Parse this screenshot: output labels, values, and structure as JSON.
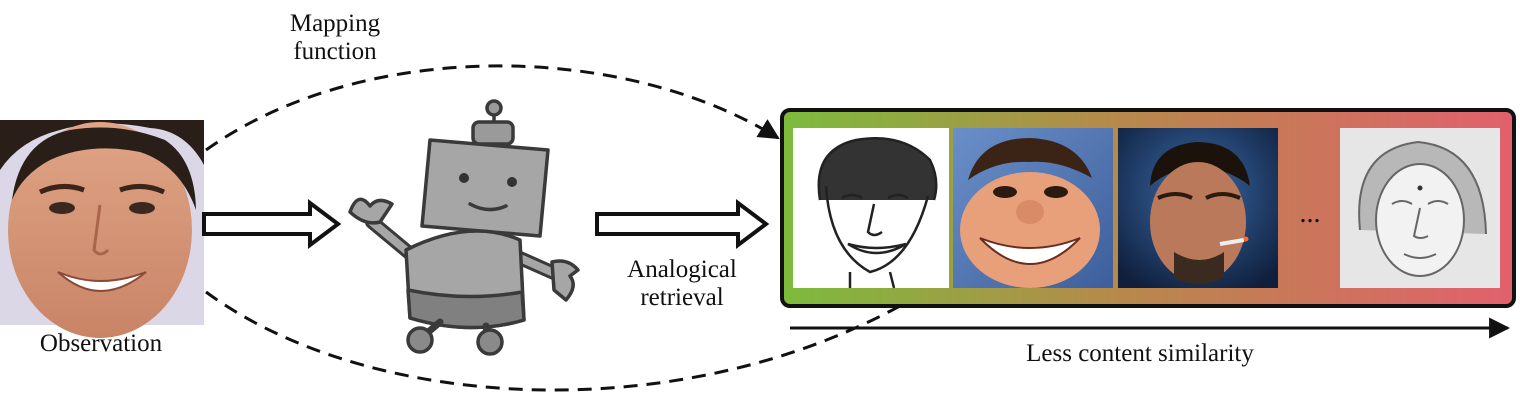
{
  "labels": {
    "mapping_line1": "Mapping",
    "mapping_line2": "function",
    "observation": "Observation",
    "analogical_line1": "Analogical",
    "analogical_line2": "retrieval",
    "ellipsis": "...",
    "similarity_axis": "Less content similarity"
  },
  "icons": {
    "observation_photo": "face-photo-icon",
    "agent": "robot-icon",
    "retrieved_1": "pencil-sketch-caricature-icon",
    "retrieved_2": "exaggerated-caricature-icon",
    "retrieved_3": "painted-portrait-icon",
    "retrieved_4": "pencil-portrait-icon"
  },
  "colors": {
    "gradient_start": "#7cbb3c",
    "gradient_end": "#e2606c",
    "ink": "#111111"
  }
}
